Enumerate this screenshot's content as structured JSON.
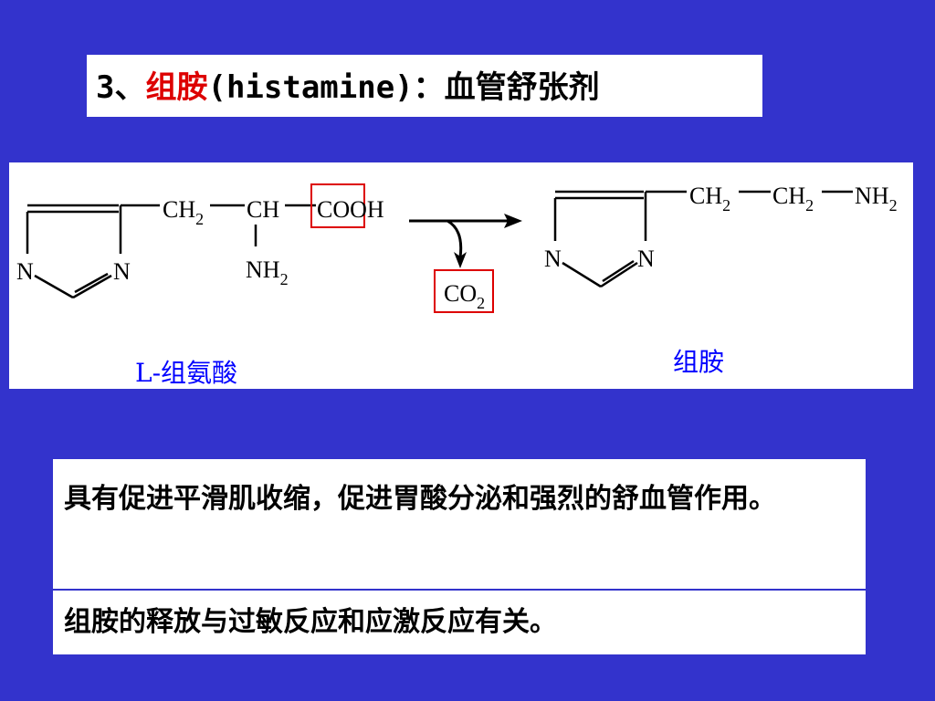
{
  "title": {
    "number": "3、",
    "name": "组胺",
    "rest": "(histamine)：血管舒张剂"
  },
  "reaction": {
    "reactant": {
      "ring_atoms": [
        "N",
        "N"
      ],
      "chain": [
        "CH",
        "2",
        "CH",
        "COOH"
      ],
      "amine": [
        "NH",
        "2"
      ],
      "label": "L-组氨酸"
    },
    "byproduct": [
      "CO",
      "2"
    ],
    "product": {
      "ring_atoms": [
        "N",
        "N"
      ],
      "chain": [
        "CH",
        "2",
        "CH",
        "2",
        "NH",
        "2"
      ],
      "label": "组胺"
    }
  },
  "description": "具有促进平滑肌收缩，促进胃酸分泌和强烈的舒血管作用。",
  "note": "组胺的释放与过敏反应和应激反应有关。",
  "colors": {
    "background": "#3333cc",
    "highlight": "#dd0000",
    "label_blue": "#0000ff"
  }
}
